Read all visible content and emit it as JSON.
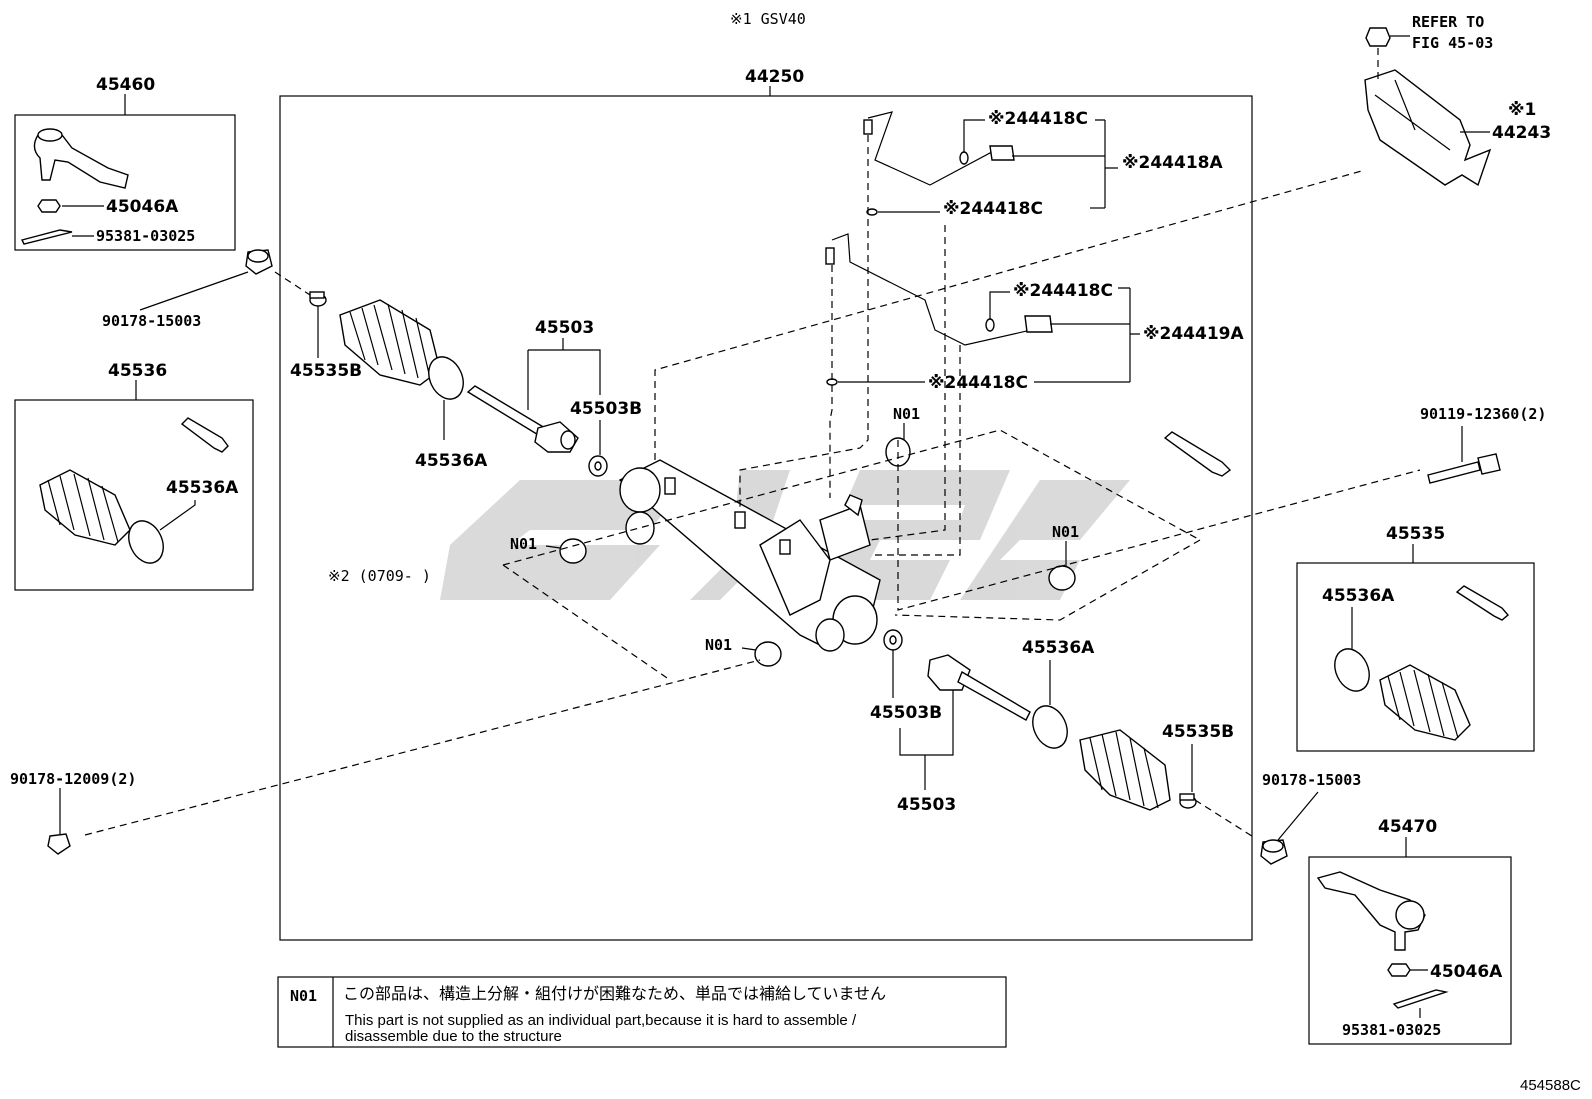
{
  "header": {
    "note_gsv40": "※1 GSV40"
  },
  "refer": {
    "line1": "REFER TO",
    "line2": "FIG 45-03"
  },
  "remark": {
    "paren": "※2 (0709-    )"
  },
  "labels": {
    "p44250": "44250",
    "p45460": "45460",
    "p45046A_l": "45046A",
    "p95381_l": "95381-03025",
    "p90178_15003_l": "90178-15003",
    "p45535B_l": "45535B",
    "p45536": "45536",
    "p45536A_box_l": "45536A",
    "p45536A_l": "45536A",
    "p45503_l": "45503",
    "p45503B_l": "45503B",
    "n01_a": "N01",
    "n01_b": "N01",
    "n01_c": "N01",
    "n01_d": "N01",
    "p244418C_1": "※244418C",
    "p244418A": "※244418A",
    "p244418C_2": "※244418C",
    "p244418C_3": "※244418C",
    "p244419A": "※244419A",
    "p244418C_4": "※244418C",
    "p44243_note": "※1",
    "p44243": "44243",
    "p90119": "90119-12360(2)",
    "p45535": "45535",
    "p45536A_r_box": "45536A",
    "p45536A_r": "45536A",
    "p45503B_r": "45503B",
    "p45503_r": "45503",
    "p45535B_r": "45535B",
    "p90178_15003_r": "90178-15003",
    "p90178_12009": "90178-12009(2)",
    "p45470": "45470",
    "p45046A_r": "45046A",
    "p95381_r": "95381-03025"
  },
  "notice": {
    "code": "N01",
    "jp": "この部品は、構造上分解・組付けが困難なため、単品では補給していません",
    "en1": "This part is not supplied as an individual part,because it is hard to assemble /",
    "en2": "disassemble due to the structure"
  },
  "figure_id": "454588C"
}
